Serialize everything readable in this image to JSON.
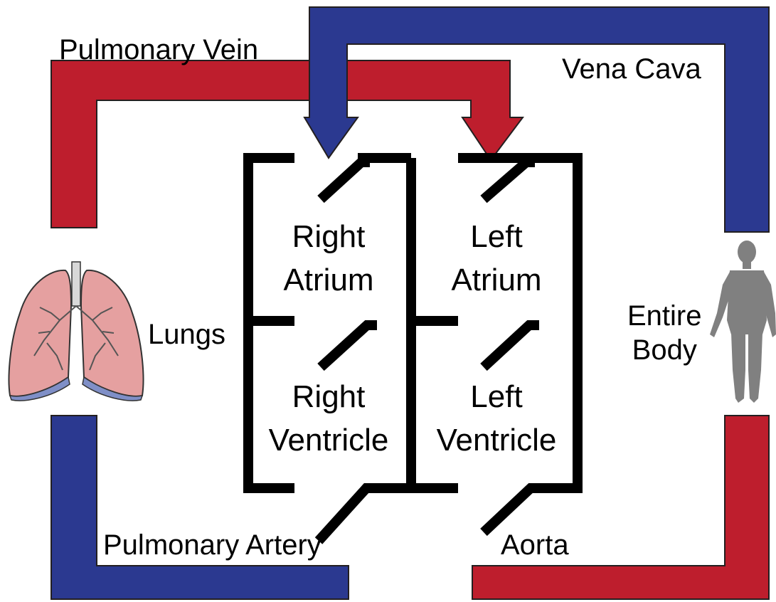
{
  "labels": {
    "pulmonary_vein": "Pulmonary Vein",
    "vena_cava": "Vena Cava",
    "lungs": "Lungs",
    "entire_body_line1": "Entire",
    "entire_body_line2": "Body",
    "pulmonary_artery": "Pulmonary Artery",
    "aorta": "Aorta"
  },
  "chambers": {
    "right_atrium": [
      "Right",
      "Atrium"
    ],
    "left_atrium": [
      "Left",
      "Atrium"
    ],
    "right_ventricle": [
      "Right",
      "Ventricle"
    ],
    "left_ventricle": [
      "Left",
      "Ventricle"
    ]
  },
  "colors": {
    "oxygenated": "#be1e2d",
    "deoxygenated": "#2b3990",
    "outline": "#231f20",
    "wall": "#000000",
    "lung_fill": "#e5a0a0",
    "lung_edge": "#7f8fc7",
    "body_silhouette": "#808080"
  },
  "icons": {
    "lungs": "lungs-icon",
    "body": "human-body-icon"
  }
}
